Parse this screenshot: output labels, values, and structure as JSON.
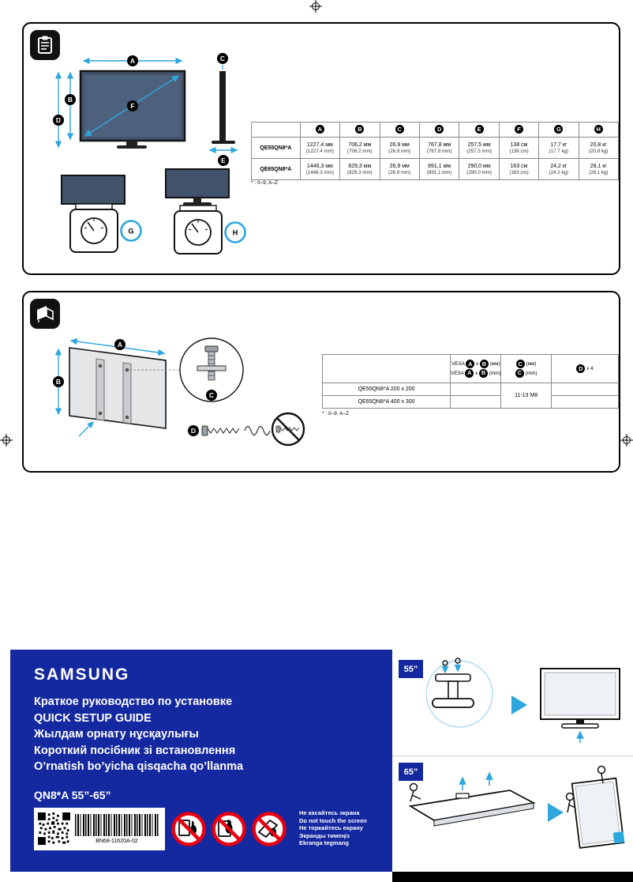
{
  "colors": {
    "samsung_blue": "#1428A0",
    "accent_blue": "#2DA7DD",
    "prohibition_red": "#E60012",
    "screen_fill": "#42536b"
  },
  "letters": {
    "a": "A",
    "b": "B",
    "c": "C",
    "d": "D",
    "e": "E",
    "f": "F",
    "g": "G",
    "h": "H"
  },
  "panel1": {
    "table": {
      "rows": [
        {
          "model": "QE55QN8*A",
          "values": [
            {
              "l1": "1227,4 мм",
              "l2": "(1227.4 mm)"
            },
            {
              "l1": "706,2 мм",
              "l2": "(706.2 mm)"
            },
            {
              "l1": "26,9 мм",
              "l2": "(26.9 mm)"
            },
            {
              "l1": "767,8 мм",
              "l2": "(767.8 mm)"
            },
            {
              "l1": "257,5 мм",
              "l2": "(257.5 mm)"
            },
            {
              "l1": "138 см",
              "l2": "(138 cm)"
            },
            {
              "l1": "17,7 кг",
              "l2": "(17.7 kg)"
            },
            {
              "l1": "20,8 кг",
              "l2": "(20.8 kg)"
            }
          ]
        },
        {
          "model": "QE65QN8*A",
          "values": [
            {
              "l1": "1446,3 мм",
              "l2": "(1446.3 mm)"
            },
            {
              "l1": "829,3 мм",
              "l2": "(829.3 mm)"
            },
            {
              "l1": "26,9 мм",
              "l2": "(26.9 mm)"
            },
            {
              "l1": "891,1 мм",
              "l2": "(891.1 mm)"
            },
            {
              "l1": "290,0 мм",
              "l2": "(290.0 mm)"
            },
            {
              "l1": "163 см",
              "l2": "(163 cm)"
            },
            {
              "l1": "24,2 кг",
              "l2": "(24.2 kg)"
            },
            {
              "l1": "28,1 кг",
              "l2": "(28.1 kg)"
            }
          ]
        }
      ],
      "footnote": "* : 0–9, A–Z"
    }
  },
  "panel2": {
    "table": {
      "vesa_label": "VESA",
      "x_sep": "x",
      "unit_ru": "(мм)",
      "unit_en": "(mm)",
      "d_qty": "x 4",
      "rows": [
        {
          "model": "QE55QN8*A 200 x 200"
        },
        {
          "model": "QE65QN8*A 400 x 300"
        }
      ],
      "c_value": "11-13 M8",
      "footnote": "* : 0–9, A–Z"
    }
  },
  "branding": {
    "logo": "SAMSUNG",
    "titles": [
      "Краткое руководство по установке",
      "QUICK SETUP GUIDE",
      "Жылдам орнату нұсқаулығы",
      "Короткий посібник зі встановлення",
      "O’rnatish bo’yicha qisqacha qo’llanma"
    ],
    "model": "QN8*A 55”-65”",
    "barcode_text": "BN68-11620A-02",
    "warnings": [
      "Не касайтесь экрана",
      "Do not touch the screen",
      "Не торкайтесь екрану",
      "Экранды тимеңіз",
      "Ekranga tegmang"
    ]
  },
  "assembly": {
    "size_55": "55”",
    "size_65": "65”"
  }
}
